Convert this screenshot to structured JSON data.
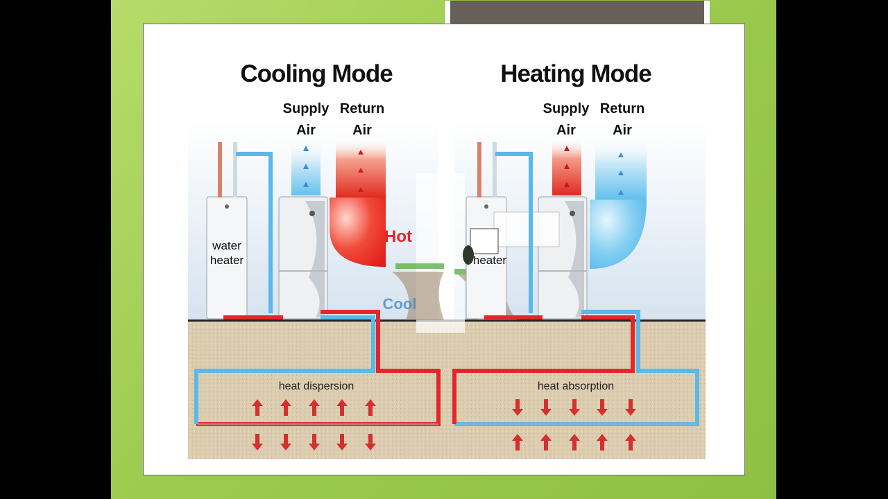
{
  "cooling": {
    "title": "Cooling Mode",
    "supply_air_1": "Supply",
    "supply_air_2": "Air",
    "return_air_1": "Return",
    "return_air_2": "Air",
    "water_heater_1": "water",
    "water_heater_2": "heater",
    "hot_label": "Hot",
    "cool_label": "Cool",
    "loop_label": "heat dispersion"
  },
  "heating": {
    "title": "Heating Mode",
    "supply_air_1": "Supply",
    "supply_air_2": "Air",
    "return_air_1": "Return",
    "return_air_2": "Air",
    "water_heater_2": "heater",
    "loop_label": "heat absorption"
  },
  "colors": {
    "hot": "#e4262a",
    "cold": "#5ab8ea",
    "ground": "#d9c8a8",
    "slide_green": "#9ccb4f"
  }
}
